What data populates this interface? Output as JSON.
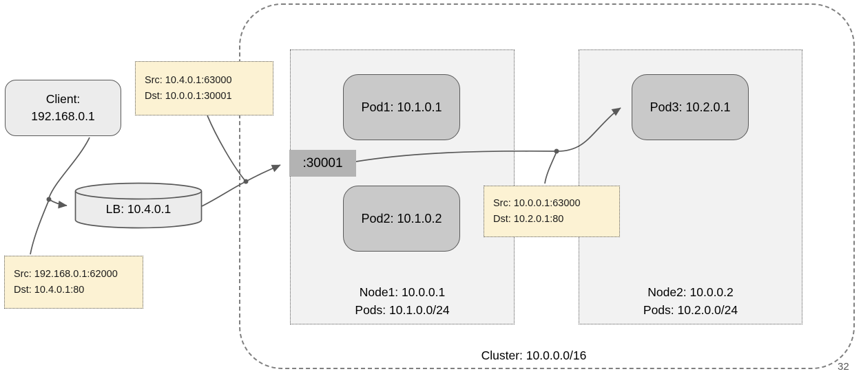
{
  "diagram": {
    "client": {
      "line1": "Client:",
      "line2": "192.168.0.1"
    },
    "lb": {
      "label": "LB: 10.4.0.1"
    },
    "port": {
      "label": ":30001"
    },
    "notes": {
      "client_lb": {
        "src": "Src: 192.168.0.1:62000",
        "dst": "Dst: 10.4.0.1:80"
      },
      "lb_node": {
        "src": "Src: 10.4.0.1:63000",
        "dst": "Dst: 10.0.0.1:30001"
      },
      "node_pod": {
        "src": "Src: 10.0.0.1:63000",
        "dst": "Dst: 10.2.0.1:80"
      }
    },
    "node1": {
      "pod1": "Pod1: 10.1.0.1",
      "pod2": "Pod2: 10.1.0.2",
      "caption_line1": "Node1: 10.0.0.1",
      "caption_line2": "Pods: 10.1.0.0/24"
    },
    "node2": {
      "pod3": "Pod3: 10.2.0.1",
      "caption_line1": "Node2: 10.0.0.2",
      "caption_line2": "Pods: 10.2.0.0/24"
    },
    "cluster": {
      "label": "Cluster: 10.0.0.0/16"
    }
  },
  "page": {
    "number": "32"
  },
  "colors": {
    "note_bg": "#fcf2d3",
    "pod_bg": "#c9c9c9",
    "node_bg": "#f2f2f2",
    "client_bg": "#ececec",
    "port_bg": "#b3b3b3",
    "connector": "#595959",
    "cluster_border": "#7f7f7f"
  }
}
